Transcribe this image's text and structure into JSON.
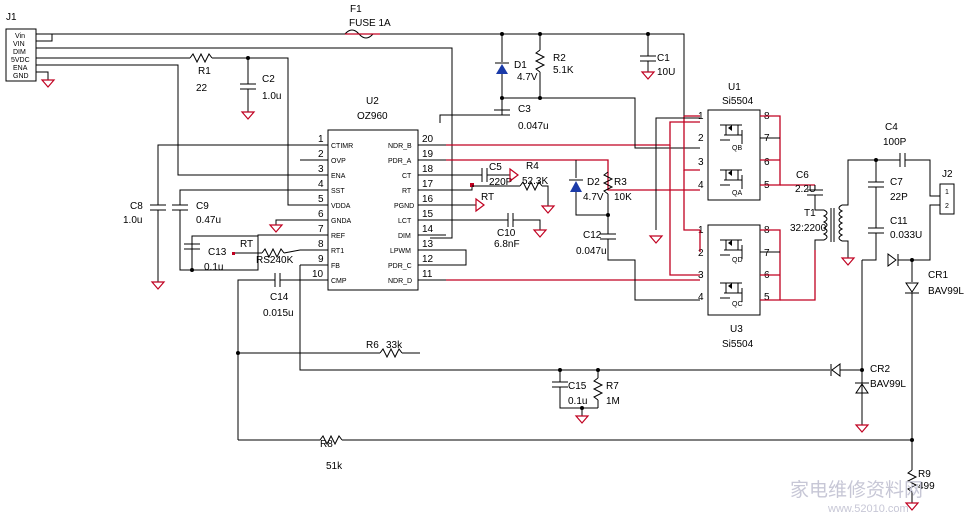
{
  "connectors": {
    "j1": {
      "ref": "J1",
      "pins": [
        "Vin",
        "VIN",
        "DIM",
        "5VDC",
        "ENA",
        "GND"
      ]
    },
    "j2": {
      "ref": "J2",
      "pins": [
        "1",
        "2"
      ]
    }
  },
  "ics": {
    "u2": {
      "ref": "U2",
      "part": "OZ960",
      "left_pins": [
        {
          "num": "1",
          "name": "CTIMR"
        },
        {
          "num": "2",
          "name": "OVP"
        },
        {
          "num": "3",
          "name": "ENA"
        },
        {
          "num": "4",
          "name": "SST"
        },
        {
          "num": "5",
          "name": "VDDA"
        },
        {
          "num": "6",
          "name": "GNDA"
        },
        {
          "num": "7",
          "name": "REF"
        },
        {
          "num": "8",
          "name": "RT1"
        },
        {
          "num": "9",
          "name": "FB"
        },
        {
          "num": "10",
          "name": "CMP"
        }
      ],
      "right_pins": [
        {
          "num": "20",
          "name": "NDR_B"
        },
        {
          "num": "19",
          "name": "PDR_A"
        },
        {
          "num": "18",
          "name": "CT"
        },
        {
          "num": "17",
          "name": "RT"
        },
        {
          "num": "16",
          "name": "PGND"
        },
        {
          "num": "15",
          "name": "LCT"
        },
        {
          "num": "14",
          "name": "DIM"
        },
        {
          "num": "13",
          "name": "LPWM"
        },
        {
          "num": "12",
          "name": "PDR_C"
        },
        {
          "num": "11",
          "name": "NDR_D"
        }
      ]
    },
    "u1": {
      "ref": "U1",
      "part": "Si5504",
      "fet_top": "QB",
      "fet_bottom": "QA",
      "left_pins": [
        "1",
        "2",
        "3",
        "4"
      ],
      "right_pins": [
        "8",
        "7",
        "6",
        "5"
      ]
    },
    "u3": {
      "ref": "U3",
      "part": "Si5504",
      "fet_top": "QD",
      "fet_bottom": "QC",
      "left_pins": [
        "1",
        "2",
        "3",
        "4"
      ],
      "right_pins": [
        "8",
        "7",
        "6",
        "5"
      ]
    }
  },
  "components": {
    "f1": {
      "ref": "F1",
      "value": "FUSE 1A"
    },
    "r1": {
      "ref": "R1",
      "value": "22"
    },
    "c2": {
      "ref": "C2",
      "value": "1.0u"
    },
    "d1": {
      "ref": "D1",
      "value": "4.7V"
    },
    "r2": {
      "ref": "R2",
      "value": "5.1K"
    },
    "c1": {
      "ref": "C1",
      "value": "10U"
    },
    "c3": {
      "ref": "C3",
      "value": "0.047u"
    },
    "c5": {
      "ref": "C5",
      "value": "220P"
    },
    "r4": {
      "ref": "R4",
      "value": "52.3K"
    },
    "rt_right": {
      "ref": "RT"
    },
    "c10": {
      "ref": "C10",
      "value": "6.8nF"
    },
    "d2": {
      "ref": "D2",
      "value": "4.7V"
    },
    "r3": {
      "ref": "R3",
      "value": "10K"
    },
    "c12": {
      "ref": "C12",
      "value": "0.047u"
    },
    "c8": {
      "ref": "C8",
      "value": "1.0u"
    },
    "c9": {
      "ref": "C9",
      "value": "0.47u"
    },
    "c13": {
      "ref": "C13",
      "value": "0.1u"
    },
    "rt_left": {
      "ref": "RT",
      "value": "RS240K"
    },
    "c14": {
      "ref": "C14",
      "value": "0.015u"
    },
    "r6": {
      "ref": "R6",
      "value": "33k"
    },
    "c15": {
      "ref": "C15",
      "value": "0.1u"
    },
    "r7": {
      "ref": "R7",
      "value": "1M"
    },
    "r8": {
      "ref": "R8",
      "value": "51k"
    },
    "c6": {
      "ref": "C6",
      "value": "2.2U"
    },
    "t1": {
      "ref": "T1",
      "value": "32:2200"
    },
    "c4": {
      "ref": "C4",
      "value": "100P"
    },
    "c7": {
      "ref": "C7",
      "value": "22P"
    },
    "c11": {
      "ref": "C11",
      "value": "0.033U"
    },
    "cr1": {
      "ref": "CR1",
      "value": "BAV99L"
    },
    "cr2": {
      "ref": "CR2",
      "value": "BAV99L"
    },
    "r9": {
      "ref": "R9",
      "value": "499"
    }
  },
  "watermark": {
    "text": "家电维修资料网",
    "url": "www.52010.com"
  },
  "colors": {
    "wire": "#000000",
    "highlight_wire": "#c00020",
    "ground": "#c00020",
    "watermark": "#c7c7d6"
  }
}
